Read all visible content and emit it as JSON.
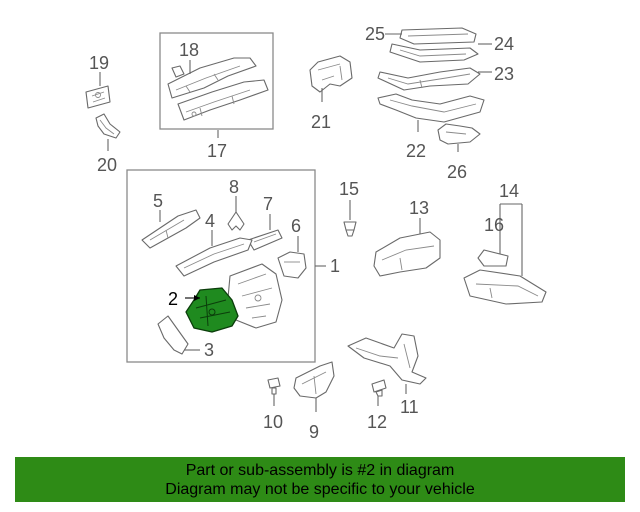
{
  "callouts": {
    "c1": "1",
    "c2": "2",
    "c3": "3",
    "c4": "4",
    "c5": "5",
    "c6": "6",
    "c7": "7",
    "c8": "8",
    "c9": "9",
    "c10": "10",
    "c11": "11",
    "c12": "12",
    "c13": "13",
    "c14": "14",
    "c15": "15",
    "c16": "16",
    "c17": "17",
    "c18": "18",
    "c19": "19",
    "c20": "20",
    "c21": "21",
    "c22": "22",
    "c23": "23",
    "c24": "24",
    "c25": "25",
    "c26": "26"
  },
  "highlighted_part": "2",
  "colors": {
    "highlight": "#1f8a1f",
    "banner": "#2e8b16"
  },
  "banner": {
    "line1": "Part or sub-assembly is #2 in diagram",
    "line2": "Diagram may not be specific to your vehicle"
  }
}
